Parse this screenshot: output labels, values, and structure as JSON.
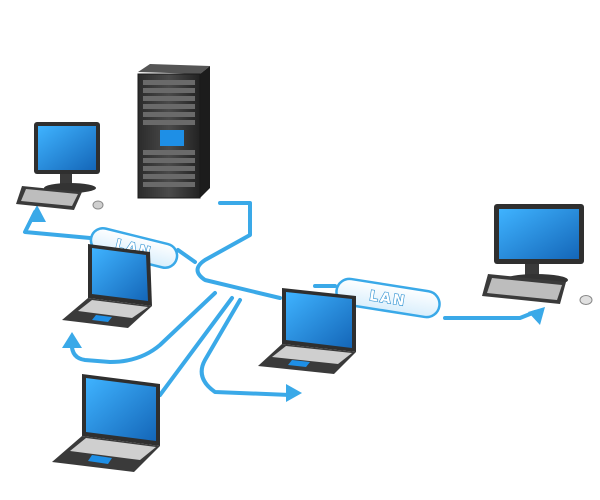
{
  "labels": {
    "lan_left": "LAN",
    "lan_right": "LAN"
  },
  "colors": {
    "link": "#3aa9e8",
    "link_dark": "#2a8fd0",
    "screen": "#1e8fe6",
    "screen_dark": "#1466b8",
    "device_dark": "#3a3a3a",
    "device_mid": "#5a5a5a",
    "keys": "#d8d8d8"
  },
  "devices": [
    {
      "kind": "server",
      "icon": "server-rack-icon"
    },
    {
      "kind": "desktop",
      "icon": "desktop-computer-icon"
    },
    {
      "kind": "desktop",
      "icon": "desktop-computer-icon"
    },
    {
      "kind": "laptop",
      "icon": "laptop-icon"
    },
    {
      "kind": "laptop",
      "icon": "laptop-icon"
    },
    {
      "kind": "laptop",
      "icon": "laptop-icon"
    }
  ]
}
